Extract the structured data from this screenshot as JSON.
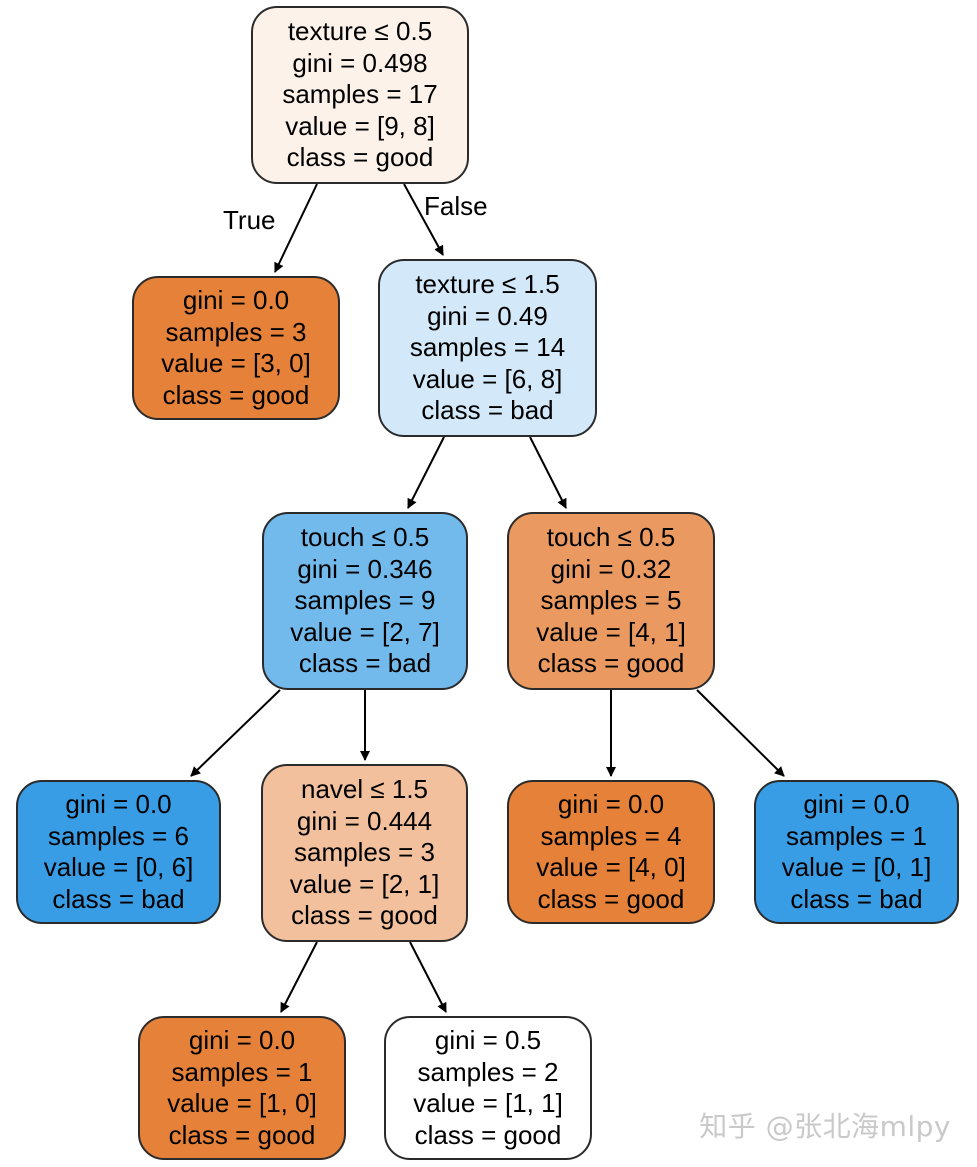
{
  "tree": {
    "nodes": [
      {
        "id": "n0",
        "fill": "#fdf2ea",
        "lines": [
          "texture ≤ 0.5",
          "gini = 0.498",
          "samples = 17",
          "value = [9, 8]",
          "class = good"
        ]
      },
      {
        "id": "n1",
        "fill": "#e58139",
        "lines": [
          "gini = 0.0",
          "samples = 3",
          "value = [3, 0]",
          "class = good"
        ]
      },
      {
        "id": "n2",
        "fill": "#d3e9f9",
        "lines": [
          "texture ≤ 1.5",
          "gini = 0.49",
          "samples = 14",
          "value = [6, 8]",
          "class = bad"
        ]
      },
      {
        "id": "n3",
        "fill": "#72b9ec",
        "lines": [
          "touch ≤ 0.5",
          "gini = 0.346",
          "samples = 9",
          "value = [2, 7]",
          "class = bad"
        ]
      },
      {
        "id": "n4",
        "fill": "#ea9a61",
        "lines": [
          "touch ≤ 0.5",
          "gini = 0.32",
          "samples = 5",
          "value = [4, 1]",
          "class = good"
        ]
      },
      {
        "id": "n5",
        "fill": "#399de5",
        "lines": [
          "gini = 0.0",
          "samples = 6",
          "value = [0, 6]",
          "class = bad"
        ]
      },
      {
        "id": "n6",
        "fill": "#f2c09c",
        "lines": [
          "navel ≤ 1.5",
          "gini = 0.444",
          "samples = 3",
          "value = [2, 1]",
          "class = good"
        ]
      },
      {
        "id": "n7",
        "fill": "#e58139",
        "lines": [
          "gini = 0.0",
          "samples = 4",
          "value = [4, 0]",
          "class = good"
        ]
      },
      {
        "id": "n8",
        "fill": "#399de5",
        "lines": [
          "gini = 0.0",
          "samples = 1",
          "value = [0, 1]",
          "class = bad"
        ]
      },
      {
        "id": "n9",
        "fill": "#e58139",
        "lines": [
          "gini = 0.0",
          "samples = 1",
          "value = [1, 0]",
          "class = good"
        ]
      },
      {
        "id": "n10",
        "fill": "#ffffff",
        "lines": [
          "gini = 0.5",
          "samples = 2",
          "value = [1, 1]",
          "class = good"
        ]
      }
    ],
    "edges": [
      {
        "from": "n0",
        "to": "n1",
        "label": "True"
      },
      {
        "from": "n0",
        "to": "n2",
        "label": "False"
      },
      {
        "from": "n2",
        "to": "n3",
        "label": ""
      },
      {
        "from": "n2",
        "to": "n4",
        "label": ""
      },
      {
        "from": "n3",
        "to": "n5",
        "label": ""
      },
      {
        "from": "n3",
        "to": "n6",
        "label": ""
      },
      {
        "from": "n4",
        "to": "n7",
        "label": ""
      },
      {
        "from": "n4",
        "to": "n8",
        "label": ""
      },
      {
        "from": "n6",
        "to": "n9",
        "label": ""
      },
      {
        "from": "n6",
        "to": "n10",
        "label": ""
      }
    ]
  },
  "watermark": "知乎 @张北海mlpy"
}
